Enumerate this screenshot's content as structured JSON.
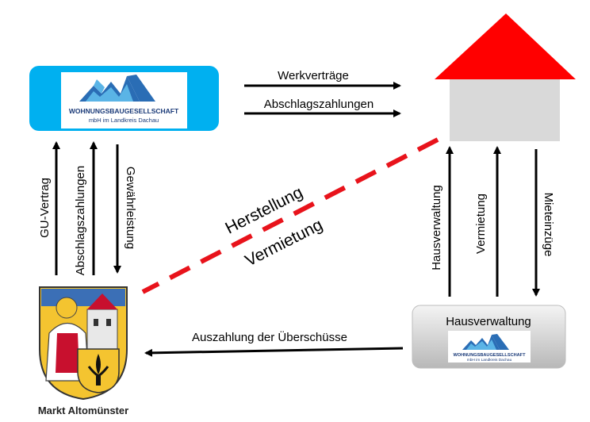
{
  "logo": {
    "name": "WOHNUNGSBAUGESELLSCHAFT",
    "sub": "mbH im Landkreis Dachau"
  },
  "municipality": {
    "caption": "Markt Altomünster"
  },
  "property_manager": {
    "title": "Hausverwaltung"
  },
  "arrows": {
    "werkvertraege": "Werkverträge",
    "abschlagszahlungen_top": "Abschlagszahlungen",
    "gu_vertrag": "GU-Vertrag",
    "abschlagszahlungen_left": "Abschlagszahlungen",
    "gewaehrleistung": "Gewährleistung",
    "hausverwaltung": "Hausverwaltung",
    "vermietung": "Vermietung",
    "mieteinzuege": "Mieteinzüge",
    "auszahlung": "Auszahlung der Überschüsse"
  },
  "diagonal": {
    "herstellung": "Herstellung",
    "vermietung": "Vermietung"
  },
  "colors": {
    "company_box": "#00b0f0",
    "roof": "#ff0000",
    "house_body": "#d9d9d9",
    "dashed_line": "#e8131b",
    "logo_blue": "#2a6db5",
    "logo_teal": "#5ab4e6"
  }
}
